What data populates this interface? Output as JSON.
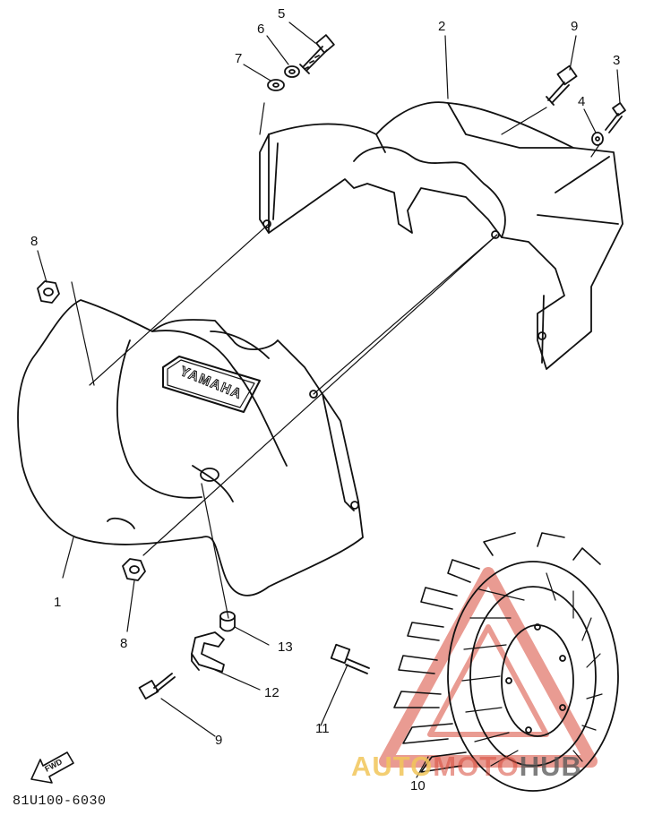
{
  "diagram": {
    "callouts": [
      {
        "id": "c1",
        "text": "1"
      },
      {
        "id": "c2",
        "text": "2"
      },
      {
        "id": "c3",
        "text": "3"
      },
      {
        "id": "c4",
        "text": "4"
      },
      {
        "id": "c5",
        "text": "5"
      },
      {
        "id": "c6",
        "text": "6"
      },
      {
        "id": "c7",
        "text": "7"
      },
      {
        "id": "c8a",
        "text": "8"
      },
      {
        "id": "c8b",
        "text": "8"
      },
      {
        "id": "c9a",
        "text": "9"
      },
      {
        "id": "c9b",
        "text": "9"
      },
      {
        "id": "c10",
        "text": "10"
      },
      {
        "id": "c11",
        "text": "11"
      },
      {
        "id": "c12",
        "text": "12"
      },
      {
        "id": "c13",
        "text": "13"
      }
    ],
    "cover_emblem": "YAMAHA",
    "front_arrow_label": "FWD",
    "diagram_code": "81U100-6030"
  },
  "watermark": {
    "part1": "AUTO",
    "part2": "MOTO",
    "part3": "HUB",
    "color_primary": "#d84a3a",
    "color_accent": "#f2c65a"
  }
}
